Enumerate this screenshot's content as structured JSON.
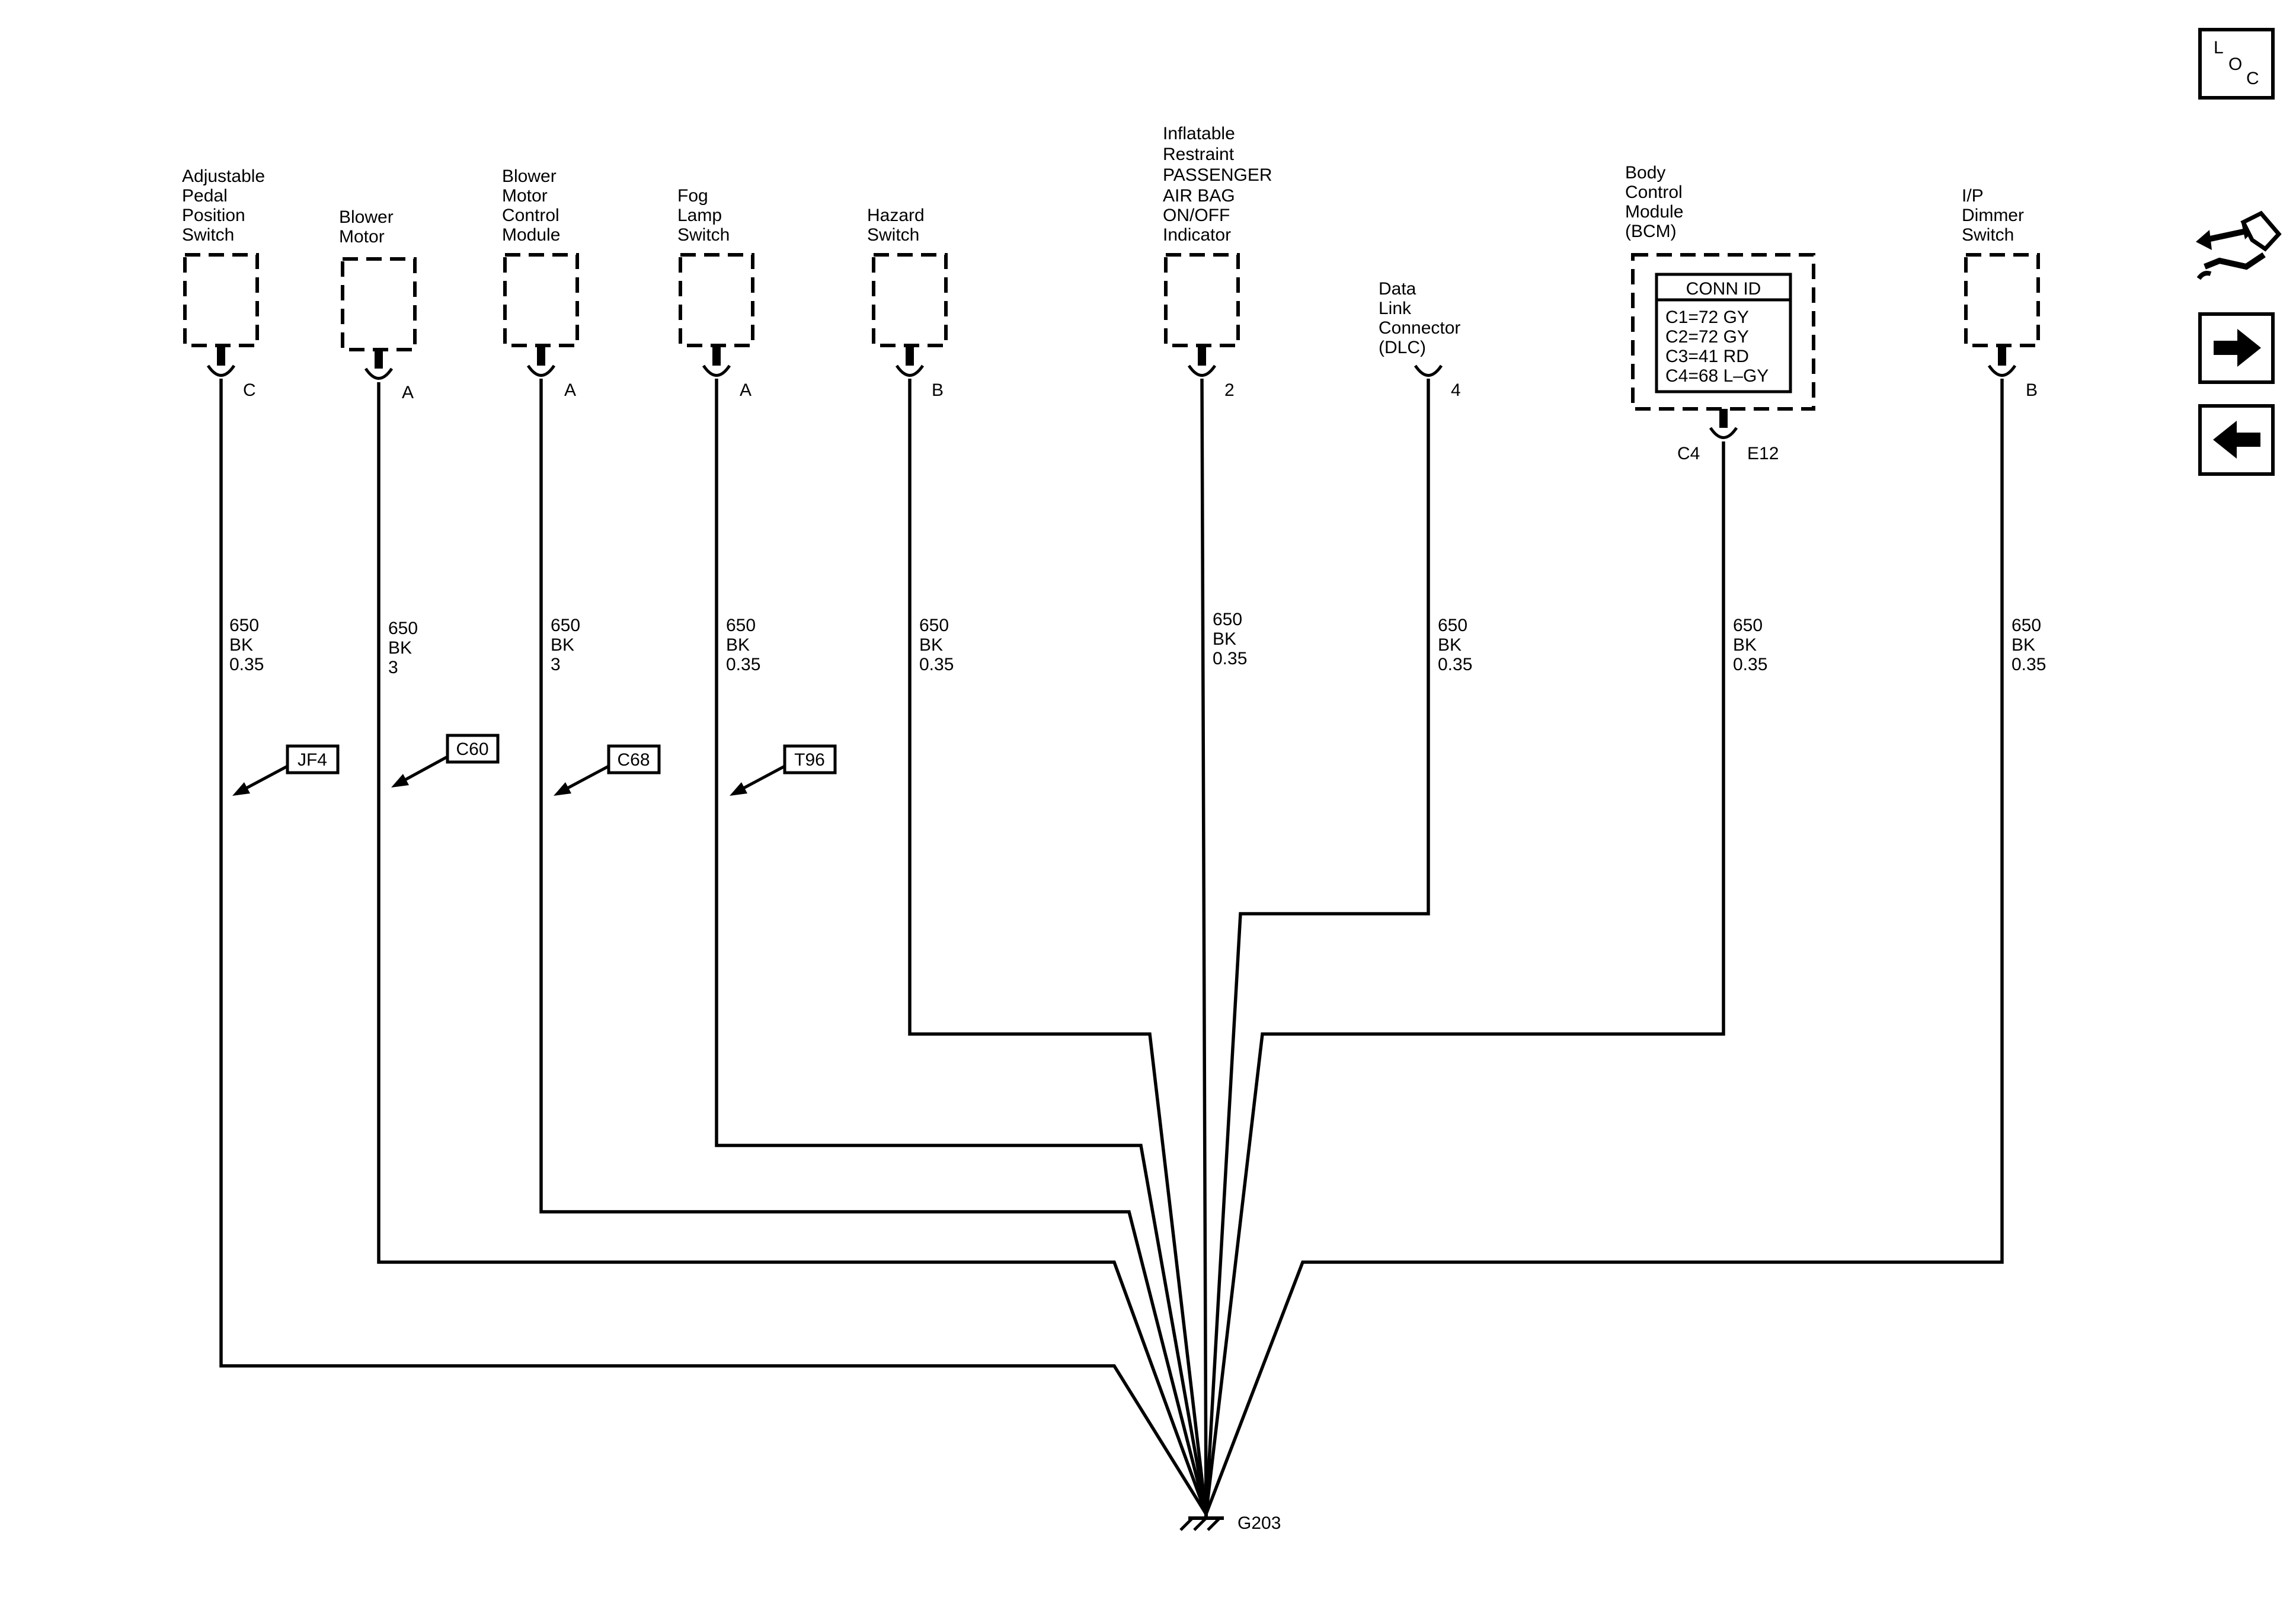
{
  "components": [
    {
      "id": "adjustable-pedal",
      "lines": [
        "Adjustable",
        "Pedal",
        "Position",
        "Switch"
      ],
      "pin": "C",
      "circuit": [
        "650",
        "BK",
        "0.35"
      ]
    },
    {
      "id": "blower-motor",
      "lines": [
        "Blower",
        "Motor"
      ],
      "pin": "A",
      "circuit": [
        "650",
        "BK",
        "3"
      ]
    },
    {
      "id": "blower-motor-control",
      "lines": [
        "Blower",
        "Motor",
        "Control",
        "Module"
      ],
      "pin": "A",
      "circuit": [
        "650",
        "BK",
        "3"
      ]
    },
    {
      "id": "fog-lamp",
      "lines": [
        "Fog",
        "Lamp",
        "Switch"
      ],
      "pin": "A",
      "circuit": [
        "650",
        "BK",
        "0.35"
      ]
    },
    {
      "id": "hazard",
      "lines": [
        "Hazard",
        "Switch"
      ],
      "pin": "B",
      "circuit": [
        "650",
        "BK",
        "0.35"
      ]
    },
    {
      "id": "airbag-indicator",
      "lines": [
        "Inflatable",
        "Restraint",
        "PASSENGER",
        "AIR BAG",
        "ON/OFF",
        "Indicator"
      ],
      "pin": "2",
      "circuit": [
        "650",
        "BK",
        "0.35"
      ]
    },
    {
      "id": "dlc",
      "lines": [
        "Data",
        "Link",
        "Connector",
        "(DLC)"
      ],
      "pin": "4",
      "circuit": [
        "650",
        "BK",
        "0.35"
      ]
    },
    {
      "id": "bcm",
      "lines": [
        "Body",
        "Control",
        "Module",
        "(BCM)"
      ],
      "pin": "E12",
      "connector": "C4",
      "circuit": [
        "650",
        "BK",
        "0.35"
      ]
    },
    {
      "id": "ip-dimmer",
      "lines": [
        "I/P",
        "Dimmer",
        "Switch"
      ],
      "pin": "B",
      "circuit": [
        "650",
        "BK",
        "0.35"
      ]
    }
  ],
  "conn_table": {
    "header": "CONN ID",
    "rows": [
      "C1=72 GY",
      "C2=72 GY",
      "C3=41 RD",
      "C4=68 L–GY"
    ]
  },
  "options": [
    "JF4",
    "C60",
    "C68",
    "T96"
  ],
  "ground": "G203",
  "loc": {
    "l": "L",
    "o": "O",
    "c": "C"
  }
}
